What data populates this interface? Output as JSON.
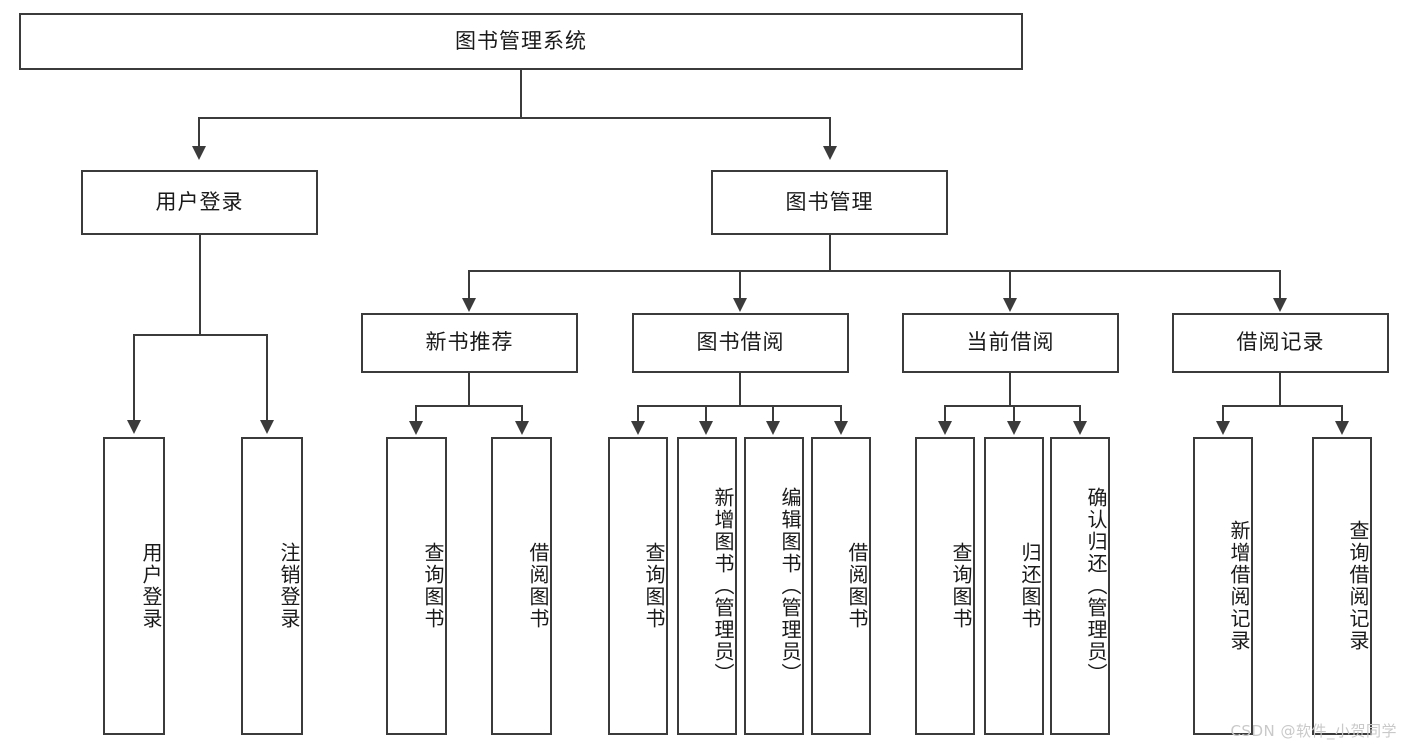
{
  "diagram": {
    "type": "tree-hierarchy-diagram",
    "title_node": {
      "label": "图书管理系统"
    },
    "level2": [
      {
        "id": "user-login",
        "label": "用户登录"
      },
      {
        "id": "book-management",
        "label": "图书管理"
      }
    ],
    "level3": [
      {
        "id": "new-book-recommend",
        "label": "新书推荐",
        "parent": "book-management"
      },
      {
        "id": "book-borrow",
        "label": "图书借阅",
        "parent": "book-management"
      },
      {
        "id": "current-borrow",
        "label": "当前借阅",
        "parent": "book-management"
      },
      {
        "id": "borrow-record",
        "label": "借阅记录",
        "parent": "book-management"
      }
    ],
    "leaves": {
      "user_login": [
        {
          "id": "leaf-user-login",
          "label": "用户登录"
        },
        {
          "id": "leaf-logout-login",
          "label": "注销登录"
        }
      ],
      "new_book_recommend": [
        {
          "id": "leaf-query-book-1",
          "label": "查询图书"
        },
        {
          "id": "leaf-borrow-book-1",
          "label": "借阅图书"
        }
      ],
      "book_borrow": [
        {
          "id": "leaf-query-book-2",
          "label": "查询图书"
        },
        {
          "id": "leaf-add-book",
          "label": "新增图书（管理员）"
        },
        {
          "id": "leaf-edit-book",
          "label": "编辑图书（管理员）"
        },
        {
          "id": "leaf-borrow-book-2",
          "label": "借阅图书"
        }
      ],
      "current_borrow": [
        {
          "id": "leaf-query-book-3",
          "label": "查询图书"
        },
        {
          "id": "leaf-return-book",
          "label": "归还图书"
        },
        {
          "id": "leaf-confirm-return",
          "label": "确认归还（管理员）"
        }
      ],
      "borrow_record": [
        {
          "id": "leaf-add-record",
          "label": "新增借阅记录"
        },
        {
          "id": "leaf-query-record",
          "label": "查询借阅记录"
        }
      ]
    },
    "colors": {
      "stroke": "#3b3b3b",
      "fill": "#ffffff",
      "text": "#1a1a1a",
      "watermark": "#c9c9c9"
    }
  },
  "watermark": {
    "text": "CSDN @软件_小贺同学"
  }
}
